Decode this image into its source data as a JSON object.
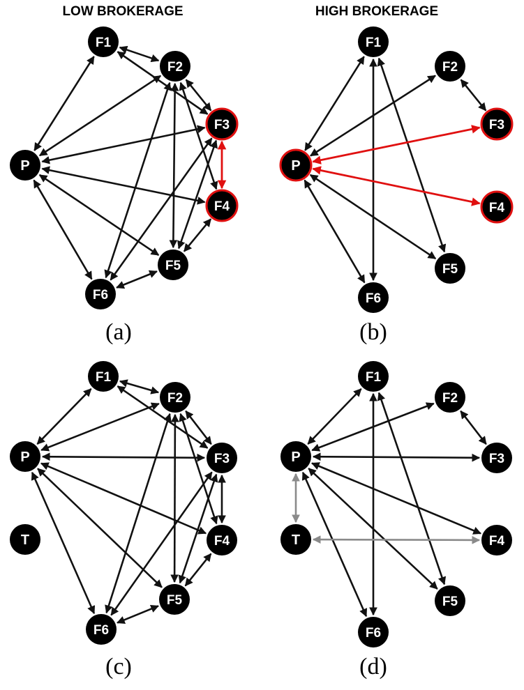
{
  "headings": {
    "low": "LOW BROKERAGE",
    "high": "HIGH BROKERAGE"
  },
  "colors": {
    "node_fill": "#000000",
    "node_text": "#ffffff",
    "edge_default": "#111111",
    "edge_highlight": "#e01010",
    "edge_muted": "#8a8a8a",
    "node_ring_highlight": "#e01010"
  },
  "panels": [
    {
      "id": "a",
      "caption": "(a)",
      "nodes": [
        {
          "id": "F1",
          "label": "F1"
        },
        {
          "id": "F2",
          "label": "F2"
        },
        {
          "id": "F3",
          "label": "F3",
          "ring": "highlight"
        },
        {
          "id": "P",
          "label": "P"
        },
        {
          "id": "F4",
          "label": "F4",
          "ring": "highlight"
        },
        {
          "id": "F5",
          "label": "F5"
        },
        {
          "id": "F6",
          "label": "F6"
        }
      ],
      "edges": [
        [
          "F1",
          "F2"
        ],
        [
          "F1",
          "F3"
        ],
        [
          "F1",
          "P"
        ],
        [
          "F2",
          "P"
        ],
        [
          "F2",
          "F3"
        ],
        [
          "F2",
          "F4"
        ],
        [
          "F2",
          "F5"
        ],
        [
          "F2",
          "F6"
        ],
        [
          "F3",
          "P"
        ],
        [
          "F3",
          "F5"
        ],
        [
          "F3",
          "F6"
        ],
        [
          "F3",
          "F4",
          "highlight"
        ],
        [
          "F4",
          "P"
        ],
        [
          "F4",
          "F5"
        ],
        [
          "P",
          "F5"
        ],
        [
          "P",
          "F6"
        ],
        [
          "F5",
          "F6"
        ]
      ]
    },
    {
      "id": "b",
      "caption": "(b)",
      "nodes": [
        {
          "id": "F1",
          "label": "F1"
        },
        {
          "id": "F2",
          "label": "F2"
        },
        {
          "id": "F3",
          "label": "F3",
          "ring": "highlight"
        },
        {
          "id": "P",
          "label": "P",
          "ring": "highlight"
        },
        {
          "id": "F4",
          "label": "F4",
          "ring": "highlight"
        },
        {
          "id": "F5",
          "label": "F5"
        },
        {
          "id": "F6",
          "label": "F6"
        }
      ],
      "edges": [
        [
          "F1",
          "P"
        ],
        [
          "F1",
          "F6"
        ],
        [
          "F1",
          "F5"
        ],
        [
          "P",
          "F2"
        ],
        [
          "F2",
          "F3"
        ],
        [
          "P",
          "F3",
          "highlight"
        ],
        [
          "P",
          "F4",
          "highlight"
        ],
        [
          "P",
          "F5"
        ],
        [
          "P",
          "F6"
        ]
      ]
    },
    {
      "id": "c",
      "caption": "(c)",
      "nodes": [
        {
          "id": "F1",
          "label": "F1"
        },
        {
          "id": "F2",
          "label": "F2"
        },
        {
          "id": "P",
          "label": "P"
        },
        {
          "id": "F3",
          "label": "F3"
        },
        {
          "id": "T",
          "label": "T"
        },
        {
          "id": "F4",
          "label": "F4"
        },
        {
          "id": "F5",
          "label": "F5"
        },
        {
          "id": "F6",
          "label": "F6"
        }
      ],
      "edges": [
        [
          "F1",
          "F2"
        ],
        [
          "F1",
          "F3"
        ],
        [
          "F1",
          "P"
        ],
        [
          "F2",
          "P"
        ],
        [
          "F2",
          "F3"
        ],
        [
          "F2",
          "F4"
        ],
        [
          "F2",
          "F5"
        ],
        [
          "F2",
          "F6"
        ],
        [
          "F3",
          "P"
        ],
        [
          "F3",
          "F4"
        ],
        [
          "F3",
          "F5"
        ],
        [
          "F3",
          "F6"
        ],
        [
          "F4",
          "P"
        ],
        [
          "F4",
          "F5"
        ],
        [
          "P",
          "F5"
        ],
        [
          "P",
          "F6"
        ],
        [
          "F5",
          "F6"
        ]
      ]
    },
    {
      "id": "d",
      "caption": "(d)",
      "nodes": [
        {
          "id": "F1",
          "label": "F1"
        },
        {
          "id": "F2",
          "label": "F2"
        },
        {
          "id": "P",
          "label": "P"
        },
        {
          "id": "F3",
          "label": "F3"
        },
        {
          "id": "T",
          "label": "T"
        },
        {
          "id": "F4",
          "label": "F4"
        },
        {
          "id": "F5",
          "label": "F5"
        },
        {
          "id": "F6",
          "label": "F6"
        }
      ],
      "edges": [
        [
          "F1",
          "P"
        ],
        [
          "F1",
          "F6"
        ],
        [
          "F1",
          "F5"
        ],
        [
          "P",
          "F2"
        ],
        [
          "F2",
          "F3"
        ],
        [
          "P",
          "F3"
        ],
        [
          "P",
          "F4"
        ],
        [
          "P",
          "F5"
        ],
        [
          "P",
          "F6"
        ],
        [
          "P",
          "T",
          "muted"
        ],
        [
          "T",
          "F4",
          "muted"
        ]
      ]
    }
  ]
}
